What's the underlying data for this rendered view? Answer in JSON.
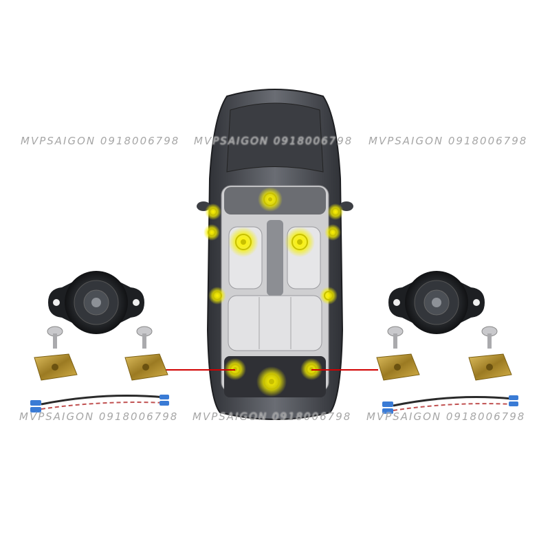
{
  "watermark": {
    "text": "MVPSAIGON 0918006798",
    "color": "#9a9a9a"
  },
  "colors": {
    "car_body": "#4a4c52",
    "car_interior": "#d9d9d9",
    "speaker_highlight": "#f2f000",
    "connector_line": "#d10000",
    "speaker_body": "#2c2f33",
    "bracket_gold": "#b8962e",
    "connector_blue": "#3a7bd5"
  },
  "icons": {
    "car": "car-top-view",
    "speaker": "tweeter-speaker",
    "screw": "screw",
    "clip": "u-nut-clip",
    "harness": "wire-harness"
  }
}
